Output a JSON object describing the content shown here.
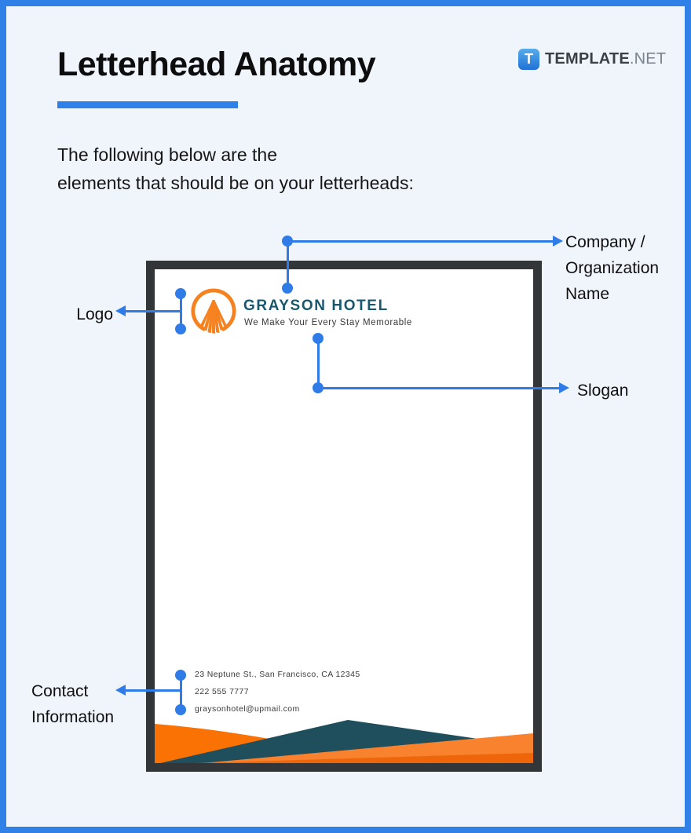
{
  "page": {
    "title": "Letterhead Anatomy",
    "intro_line1": "The following below are the",
    "intro_line2": "elements that should be on your letterheads:"
  },
  "brand": {
    "icon_letter": "T",
    "name_bold": "TEMPLATE",
    "name_light": ".NET"
  },
  "annotations": {
    "company": {
      "line1": "Company /",
      "line2": "Organization",
      "line3": "Name"
    },
    "logo": {
      "label": "Logo"
    },
    "slogan": {
      "label": "Slogan"
    },
    "contact": {
      "line1": "Contact",
      "line2": "Information"
    }
  },
  "letterhead": {
    "company_name": "GRAYSON HOTEL",
    "slogan": "We Make Your Every Stay Memorable",
    "contact": {
      "address": "23 Neptune St., San Francisco, CA 12345",
      "phone": "222 555 7777",
      "email": "graysonhotel@upmail.com"
    }
  },
  "colors": {
    "frame_blue": "#2F80E7",
    "background": "#F0F5FC",
    "connector_blue": "#2F7CE8",
    "document_border": "#323639",
    "hotel_teal": "#19586C",
    "logo_orange": "#F5821F",
    "footer_dark_orange": "#FA7104",
    "footer_teal": "#1F4E5C",
    "footer_light_orange": "#F8822D",
    "footer_strip_orange": "#EE650A"
  }
}
